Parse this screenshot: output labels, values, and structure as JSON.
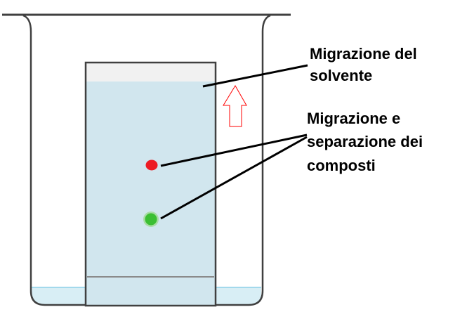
{
  "labels": {
    "solvent": [
      "Migrazione del",
      "solvente"
    ],
    "compounds": [
      "Migrazione e",
      "separazione dei",
      "composti"
    ]
  },
  "colors": {
    "solvent": "#d1e6ee",
    "red_spot": "#ed1c24",
    "green_spot": "#3bbf33",
    "arrow": "#ff0000"
  }
}
